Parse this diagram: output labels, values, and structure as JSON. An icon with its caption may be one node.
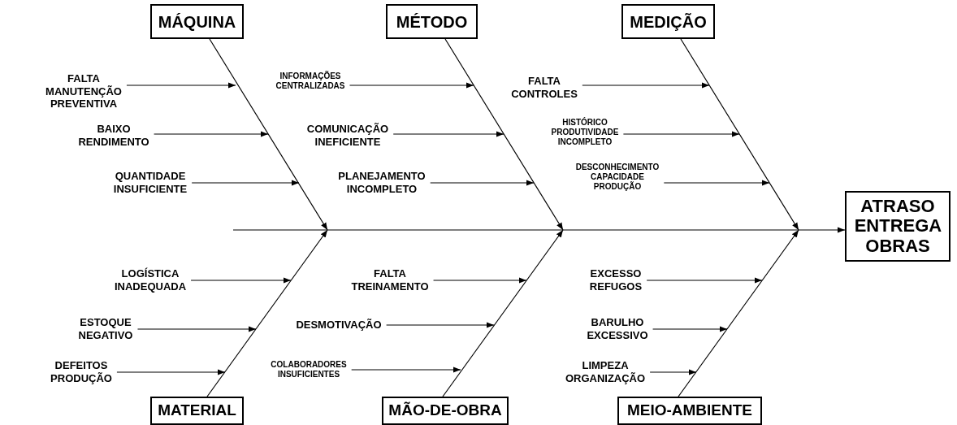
{
  "diagram": {
    "nodes": [
      {
        "text": [
          "MÁQUINA"
        ]
      },
      {
        "text": [
          "MÉTODO"
        ]
      },
      {
        "text": [
          "MEDIÇÃO"
        ]
      },
      {
        "text": [
          "FALTA MANUTENÇÃO PREVENTIVA"
        ]
      },
      {
        "text": [
          "INFORMAÇÕES CENTRALIZADAS"
        ]
      },
      {
        "text": [
          "FALTA CONTROLES"
        ]
      },
      {
        "text": [
          "BAIXO RENDIMENTO"
        ]
      },
      {
        "text": [
          "COMUNICAÇÃO INEFICIENTE"
        ]
      },
      {
        "text": [
          "HISTÓRICO PRODUTIVIDADE INCOMPLETO"
        ]
      },
      {
        "text": [
          "QUANTIDADE INSUFICIENTE"
        ]
      },
      {
        "text": [
          "PLANEJAMENTO INCOMPLETO"
        ]
      },
      {
        "text": [
          "DESCONHECIMENTO CAPACIDADE PRODUÇÃO"
        ]
      },
      {
        "text": [
          "ATRASO ENTREGA OBRAS"
        ]
      },
      {
        "text": [
          "LOGÍSTICA INADEQUADA"
        ]
      },
      {
        "text": [
          "FALTA TREINAMENTO"
        ]
      },
      {
        "text": [
          "EXCESSO REFUGOS"
        ]
      },
      {
        "text": [
          "ESTOQUE NEGATIVO"
        ]
      },
      {
        "text": [
          "DESMOTIVAÇÃO"
        ]
      },
      {
        "text": [
          "BARULHO EXCESSIVO"
        ]
      },
      {
        "text": [
          "DEFEITOS PRODUÇÃO"
        ]
      },
      {
        "text": [
          "COLABORADORES INSUFICIENTES"
        ]
      },
      {
        "text": [
          "LIMPEZA ORGANIZAÇÃO"
        ]
      },
      {
        "text": [
          "MATERIAL"
        ]
      },
      {
        "text": [
          "MÃO-DE-OBRA"
        ]
      },
      {
        "text": [
          "MEIO-AMBIENTE"
        ]
      }
    ],
    "edges": [
      {
        "from": 3,
        "to": null,
        "arrow": "to"
      },
      {
        "from": 4,
        "to": null,
        "arrow": "to"
      },
      {
        "from": 5,
        "to": null,
        "arrow": "to"
      },
      {
        "from": 6,
        "to": null,
        "arrow": "to"
      },
      {
        "from": 7,
        "to": null,
        "arrow": "to"
      },
      {
        "from": 8,
        "to": null,
        "arrow": "to"
      },
      {
        "from": 9,
        "to": null,
        "arrow": "to"
      },
      {
        "from": 10,
        "to": null,
        "arrow": "to"
      },
      {
        "from": 11,
        "to": null,
        "arrow": "to"
      },
      {
        "from": 13,
        "to": null,
        "arrow": "to"
      },
      {
        "from": 14,
        "to": null,
        "arrow": "to"
      },
      {
        "from": 15,
        "to": null,
        "arrow": "to"
      },
      {
        "from": 16,
        "to": null,
        "arrow": "to"
      },
      {
        "from": 17,
        "to": null,
        "arrow": "to"
      },
      {
        "from": 18,
        "to": null,
        "arrow": "to"
      },
      {
        "from": 19,
        "to": null,
        "arrow": "to"
      },
      {
        "from": 20,
        "to": null,
        "arrow": "to"
      },
      {
        "from": 21,
        "to": null,
        "arrow": "to"
      },
      {
        "from": 0,
        "to": null,
        "arrow": "to"
      },
      {
        "from": 1,
        "to": null,
        "arrow": "to"
      },
      {
        "from": 2,
        "to": null,
        "arrow": "to"
      },
      {
        "from": 22,
        "to": null,
        "arrow": "to"
      },
      {
        "from": 23,
        "to": null,
        "arrow": "to"
      },
      {
        "from": 24,
        "to": null,
        "arrow": "to"
      },
      {
        "from": null,
        "to": 12,
        "arrow": "to"
      }
    ]
  }
}
